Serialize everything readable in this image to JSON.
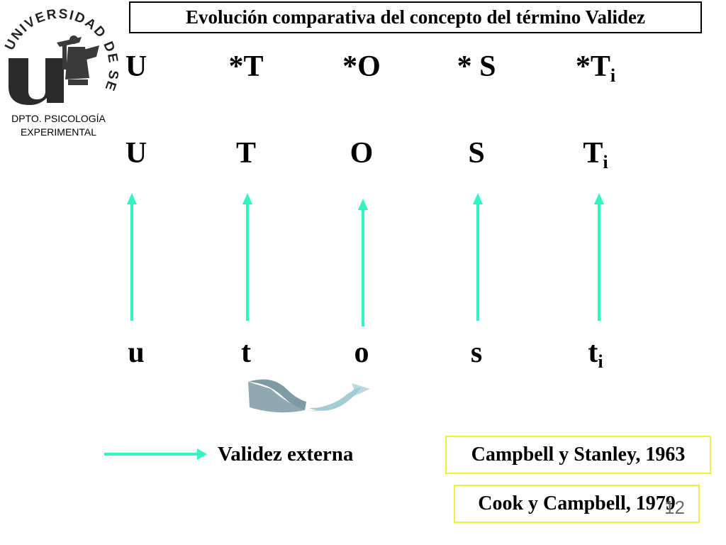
{
  "logo": {
    "arc_text": "UNIVERSIDAD DE SEVILLA",
    "dept_line1": "DPTO. PSICOLOGÍA",
    "dept_line2": "EXPERIMENTAL"
  },
  "title": "Evolución comparativa del concepto del término Validez",
  "rows": {
    "starred": [
      {
        "base": "U",
        "sub": ""
      },
      {
        "base": "*T",
        "sub": ""
      },
      {
        "base": "*O",
        "sub": ""
      },
      {
        "base": "* S",
        "sub": ""
      },
      {
        "base": "*T",
        "sub": "i"
      }
    ],
    "upper": [
      {
        "base": "U",
        "sub": ""
      },
      {
        "base": "T",
        "sub": ""
      },
      {
        "base": "O",
        "sub": ""
      },
      {
        "base": "S",
        "sub": ""
      },
      {
        "base": "T",
        "sub": "i"
      }
    ],
    "lower": [
      {
        "base": "u",
        "sub": ""
      },
      {
        "base": "t",
        "sub": ""
      },
      {
        "base": "o",
        "sub": ""
      },
      {
        "base": "s",
        "sub": ""
      },
      {
        "base": "t",
        "sub": "i"
      }
    ]
  },
  "legend": {
    "label": "Validez externa"
  },
  "references": {
    "ref1": "Campbell y Stanley, 1963",
    "ref2": "Cook y Campbell, 1979"
  },
  "page_number": "12",
  "colors": {
    "arrow": "#33f2c4",
    "curve_dark": "#7e9aa2",
    "curve_light": "#b9dbe0",
    "ref_border": "#f2ef38"
  }
}
